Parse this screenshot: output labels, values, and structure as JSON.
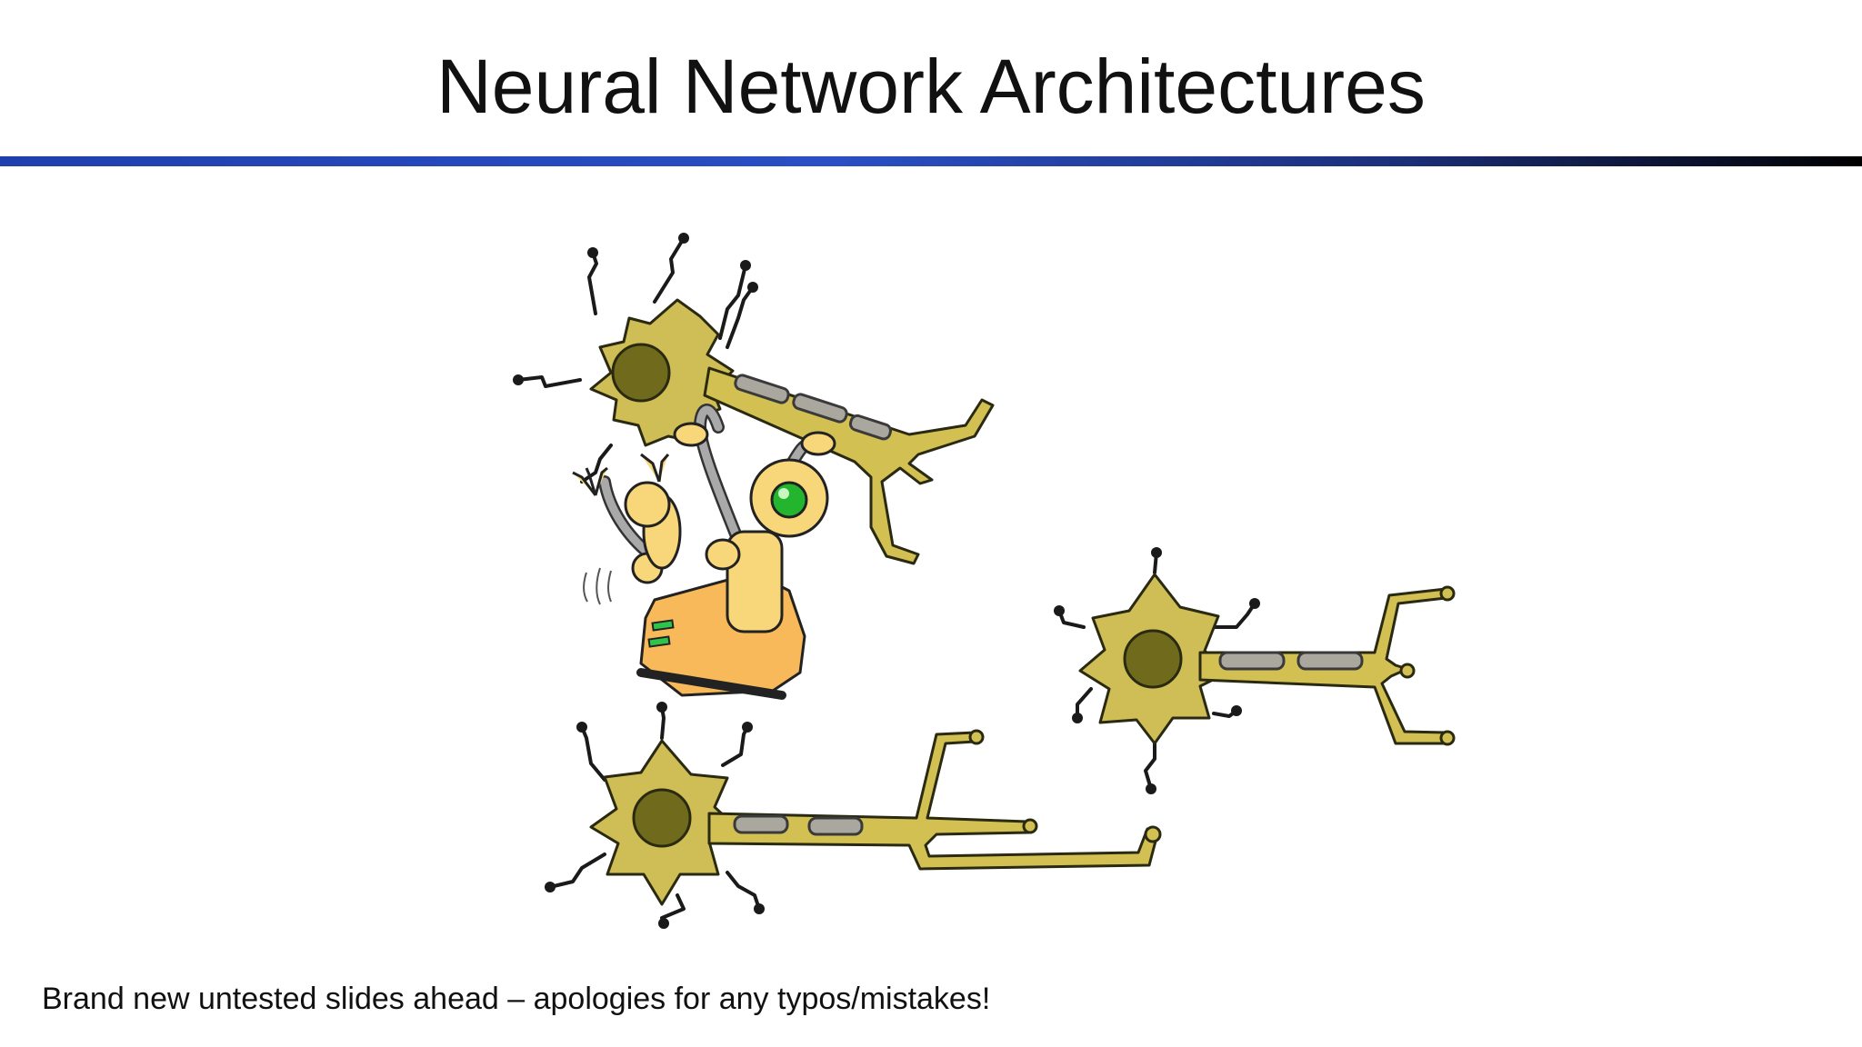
{
  "slide": {
    "title": "Neural Network Architectures",
    "footer_note": "Brand new untested slides ahead – apologies for any typos/mistakes!"
  },
  "illustration": {
    "subject": "cartoon robot carrying a neuron, with two more neurons",
    "icons": [
      "neuron-icon",
      "neuron-icon",
      "neuron-icon",
      "robot-icon"
    ]
  },
  "colors": {
    "rule_start": "#1f3fae",
    "rule_end": "#000000",
    "neuron_body": "#cfbd55",
    "nucleus": "#6f6a1c",
    "robot_body": "#f7b95a"
  }
}
